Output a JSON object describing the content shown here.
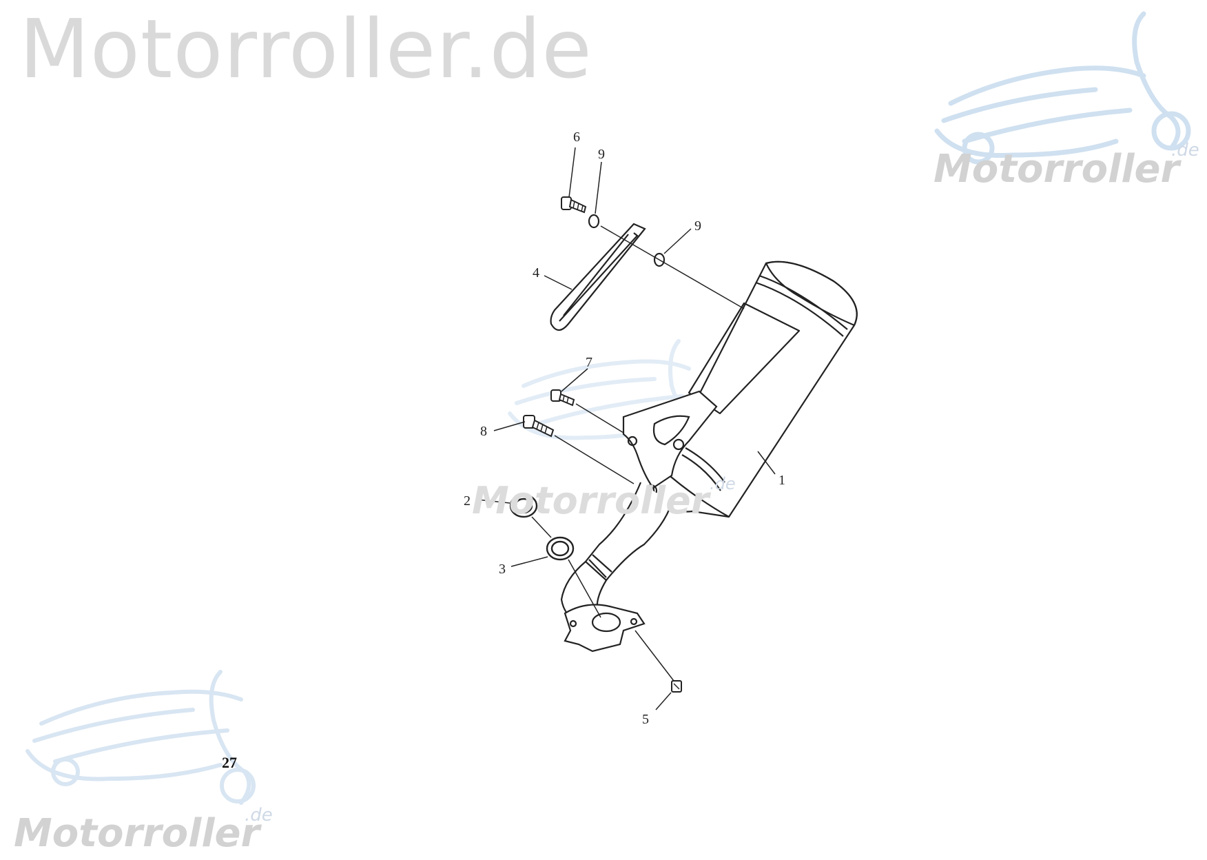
{
  "watermark": {
    "header_text": "Motorroller.de",
    "logo_text": "Motorroller",
    "logo_suffix": ".de",
    "colors": {
      "gray": "#d2d2d2",
      "blue": "#cfe0f0"
    }
  },
  "page_number": "27",
  "callouts": [
    {
      "id": "part-1",
      "label": "1"
    },
    {
      "id": "part-2",
      "label": "2"
    },
    {
      "id": "part-3",
      "label": "3"
    },
    {
      "id": "part-4",
      "label": "4"
    },
    {
      "id": "part-5",
      "label": "5"
    },
    {
      "id": "part-6",
      "label": "6"
    },
    {
      "id": "part-7",
      "label": "7"
    },
    {
      "id": "part-8",
      "label": "8"
    },
    {
      "id": "part-9a",
      "label": "9"
    },
    {
      "id": "part-9b",
      "label": "9"
    }
  ]
}
